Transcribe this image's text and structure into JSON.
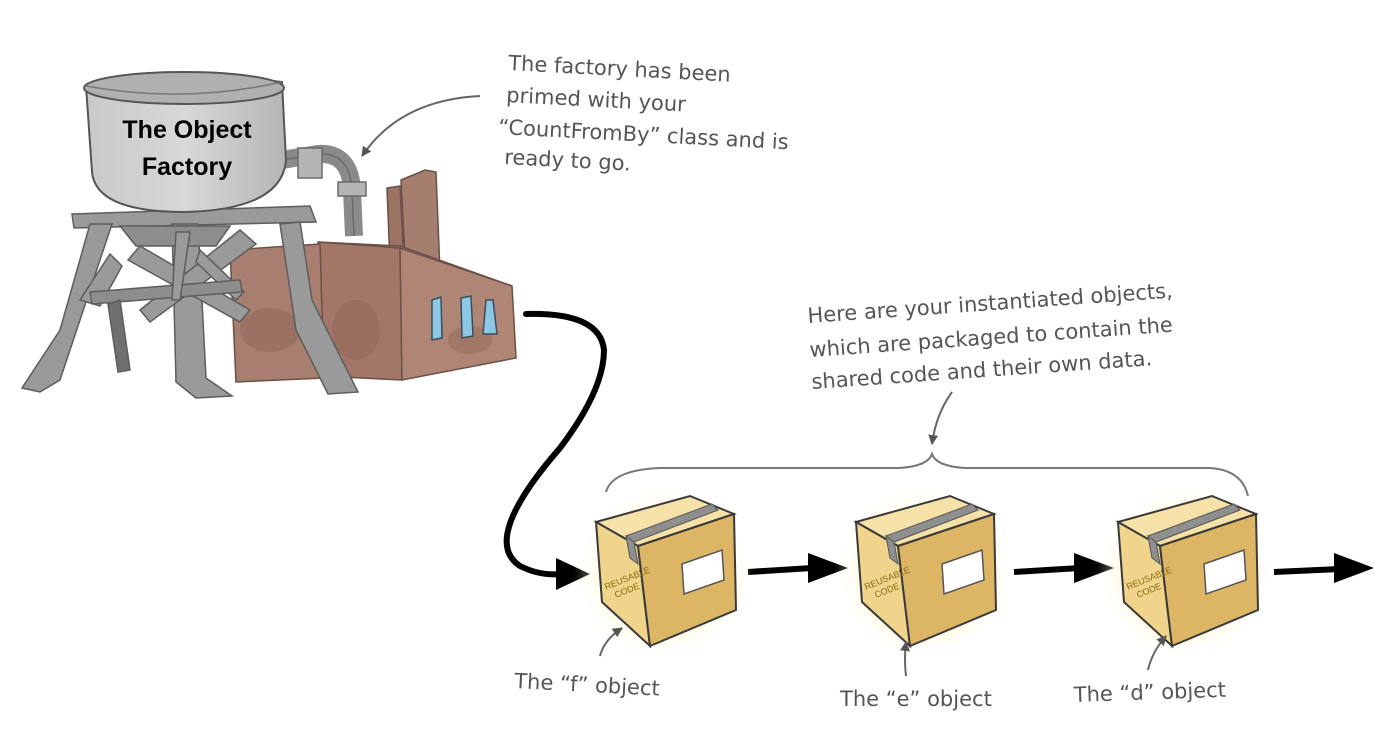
{
  "factory": {
    "label_line1": "The Object",
    "label_line2": "Factory"
  },
  "factory_note": {
    "lines": [
      "The factory has been",
      "primed with your",
      "“CountFromBy” class and is",
      "ready to go."
    ]
  },
  "objects_note": {
    "lines": [
      "Here are your instantiated objects,",
      "which are packaged to contain the",
      "shared code and their own data."
    ]
  },
  "box_stamp": {
    "line1": "REUSABLE",
    "line2": "CODE"
  },
  "objects": [
    {
      "label": "The “f” object"
    },
    {
      "label": "The “e” object"
    },
    {
      "label": "The “d” object"
    }
  ],
  "colors": {
    "box_front": "#f0d48c",
    "box_side": "#dcb664",
    "box_top": "#f6e2a8",
    "tape": "#8f8f8f",
    "factory_wall": "#a97d6e",
    "steel": "#9a9a9a",
    "ink": "#555555",
    "arrow": "#000000"
  }
}
